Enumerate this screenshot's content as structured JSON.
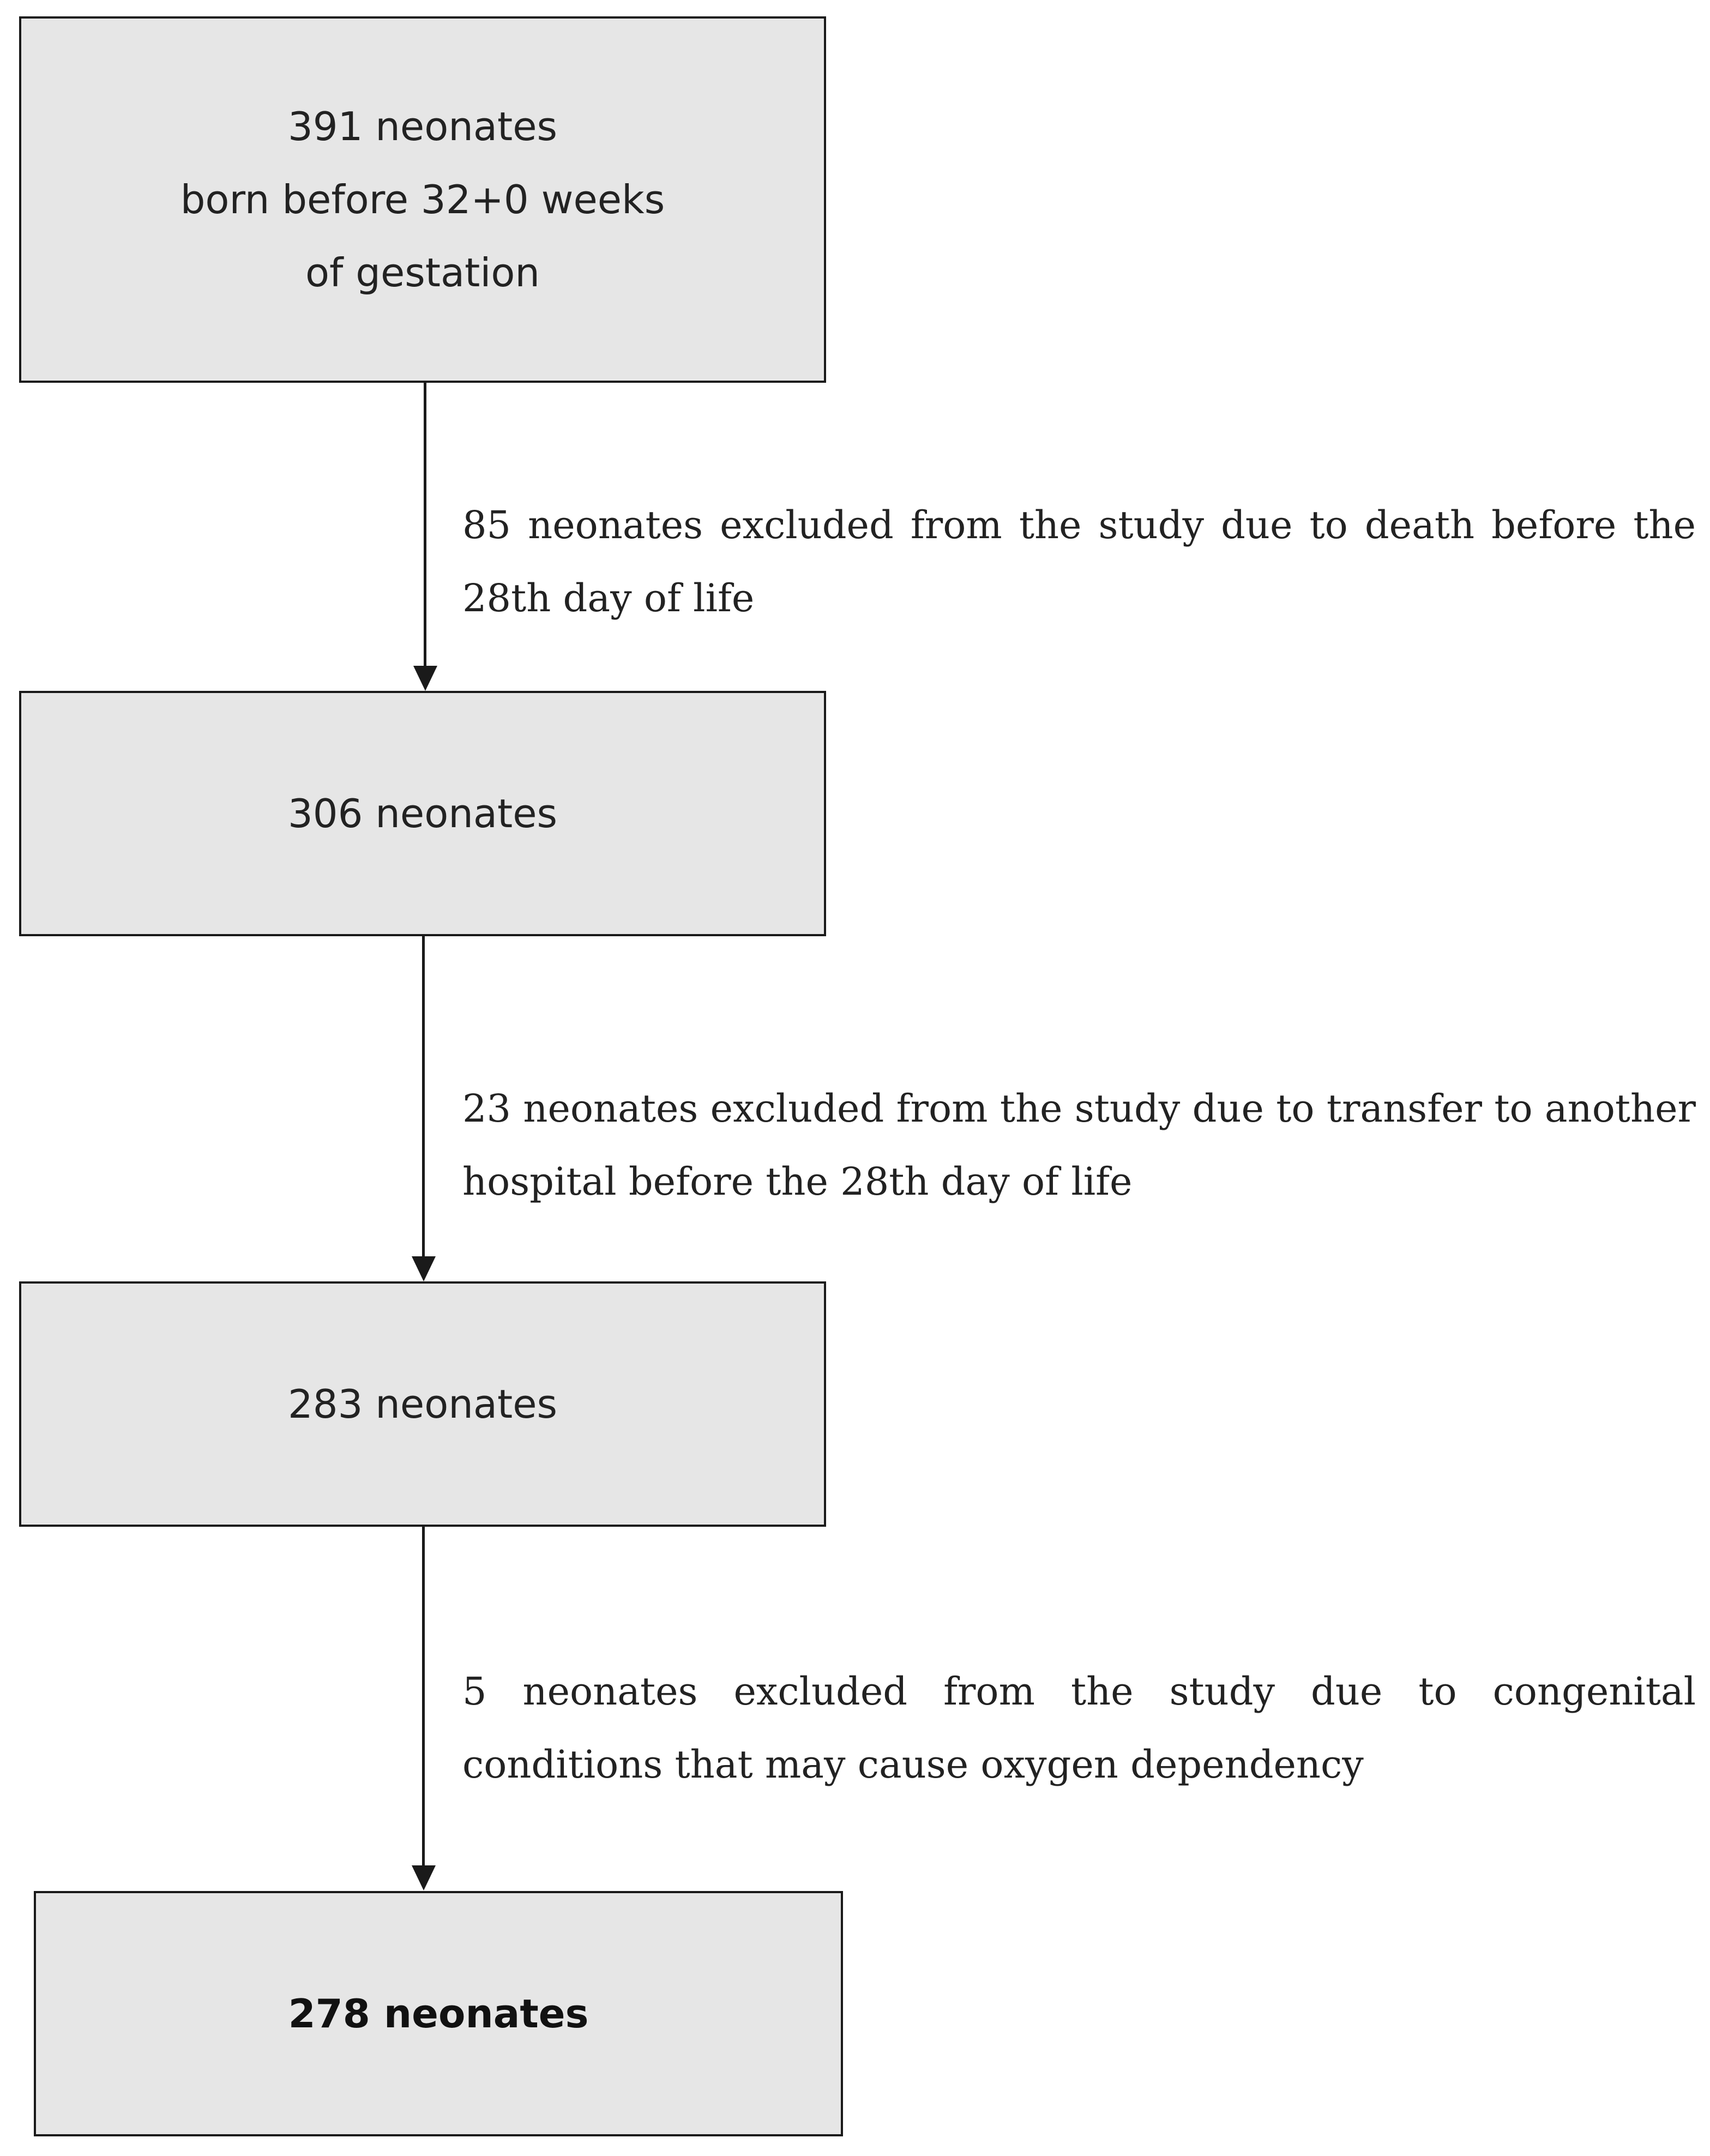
{
  "boxes": [
    {
      "lines": [
        "391 neonates",
        "born before 32+0 weeks",
        "of gestation"
      ]
    },
    {
      "lines": [
        "306 neonates"
      ]
    },
    {
      "lines": [
        "283 neonates"
      ]
    },
    {
      "lines": [
        "278 neonates"
      ]
    }
  ],
  "exclusions": [
    {
      "lines": [
        "85 neonates excluded from the study due to death before the",
        "28th day of life"
      ]
    },
    {
      "lines": [
        "23 neonates excluded from the study due to transfer to another",
        "hospital before the 28th day of life"
      ]
    },
    {
      "lines": [
        "5 neonates excluded from the study due to congenital",
        "conditions that may cause oxygen dependency"
      ]
    }
  ]
}
